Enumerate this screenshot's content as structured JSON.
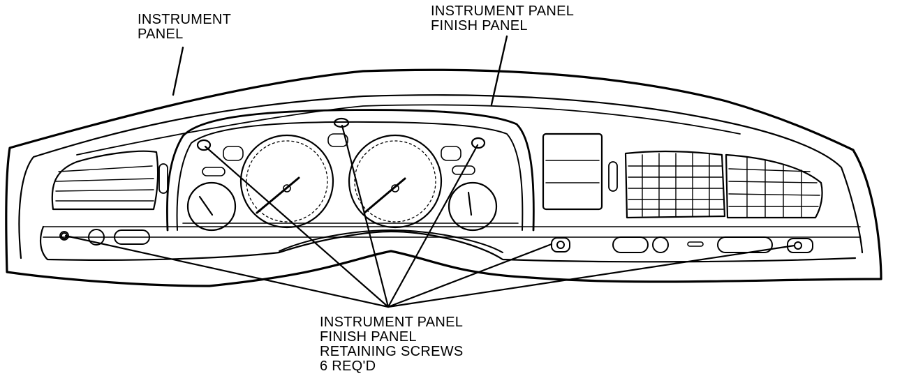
{
  "labels": {
    "instrument_panel": [
      "INSTRUMENT",
      "PANEL"
    ],
    "finish_panel": [
      "INSTRUMENT PANEL",
      "FINISH PANEL"
    ],
    "retaining_screws": [
      "INSTRUMENT PANEL",
      "FINISH PANEL",
      "RETAINING SCREWS",
      "6 REQ'D"
    ]
  },
  "colors": {
    "ink": "#000000",
    "paper": "#ffffff"
  },
  "screw_count": 6
}
